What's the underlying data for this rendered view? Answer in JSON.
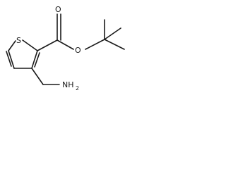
{
  "molecule": {
    "atoms": {
      "sulfur": "S",
      "carbonyl_oxygen": "O",
      "ester_oxygen": "O",
      "amine_n": "NH",
      "amine_sub": "2"
    }
  }
}
